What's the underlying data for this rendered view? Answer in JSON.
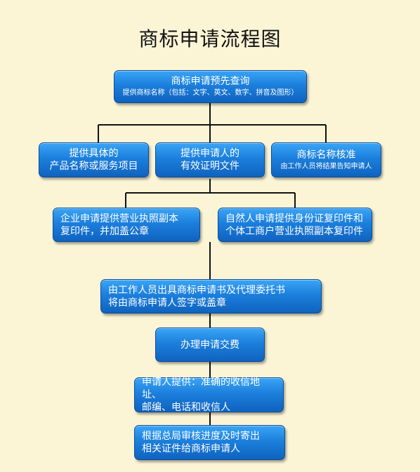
{
  "title": "商标申请流程图",
  "steps": {
    "query": {
      "line1": "商标申请预先查询",
      "line2": "提供商标名称（包括：文字、英文、数字、拼音及图形）"
    },
    "product": {
      "line1": "提供具体的",
      "line2": "产品名称或服务项目"
    },
    "applicant": {
      "line1": "提供申请人的",
      "line2": "有效证明文件"
    },
    "verify": {
      "line1": "商标名称核准",
      "line2": "由工作人员将结果告知申请人"
    },
    "company": {
      "line1": "企业申请提供营业执照副本",
      "line2": "复印件，并加盖公章"
    },
    "person": {
      "line1": "自然人申请提供身份证复印件和",
      "line2": "个体工商户营业执照副本复印件"
    },
    "documents": {
      "line1": "由工作人员出具商标申请书及代理委托书",
      "line2": "将由商标申请人签字或盖章"
    },
    "fee": {
      "line1": "办理申请交费"
    },
    "address": {
      "line1": "申请人提供：准确的收信地址、",
      "line2": "邮编、电话和收信人"
    },
    "send": {
      "line1": "根据总局审核进度及时寄出",
      "line2": "相关证件给商标申请人"
    }
  }
}
